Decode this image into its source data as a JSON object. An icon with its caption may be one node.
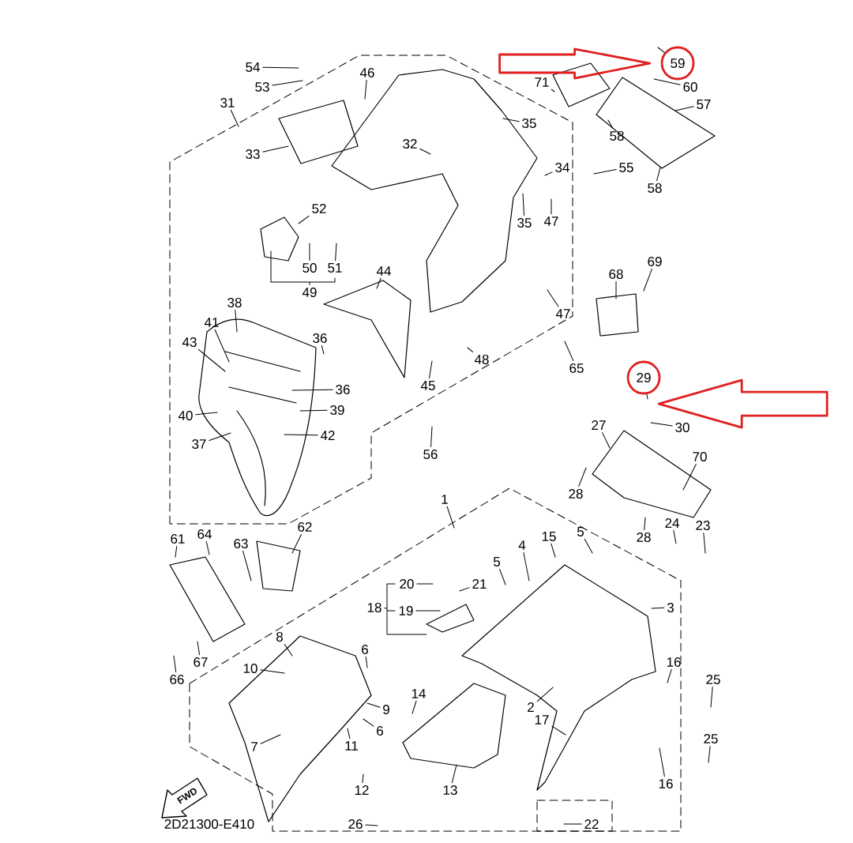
{
  "diagram": {
    "nodes": [
      {
        "text": [
          "54"
        ]
      },
      {
        "text": [
          "53"
        ]
      },
      {
        "text": [
          "46"
        ]
      },
      {
        "text": [
          "31"
        ]
      },
      {
        "text": [
          "33"
        ]
      },
      {
        "text": [
          "35"
        ]
      },
      {
        "text": [
          "32"
        ]
      },
      {
        "text": [
          "34"
        ]
      },
      {
        "text": [
          "55"
        ]
      },
      {
        "text": [
          "35"
        ]
      },
      {
        "text": [
          "47"
        ]
      },
      {
        "text": [
          "52"
        ]
      },
      {
        "text": [
          "50"
        ]
      },
      {
        "text": [
          "51"
        ]
      },
      {
        "text": [
          "49"
        ]
      },
      {
        "text": [
          "71"
        ]
      },
      {
        "text": [
          "59"
        ]
      },
      {
        "text": [
          "60"
        ]
      },
      {
        "text": [
          "57"
        ]
      },
      {
        "text": [
          "58"
        ]
      },
      {
        "text": [
          "58"
        ]
      },
      {
        "text": [
          "44"
        ]
      },
      {
        "text": [
          "47"
        ]
      },
      {
        "text": [
          "68"
        ]
      },
      {
        "text": [
          "69"
        ]
      },
      {
        "text": [
          "48"
        ]
      },
      {
        "text": [
          "45"
        ]
      },
      {
        "text": [
          "65"
        ]
      },
      {
        "text": [
          "36"
        ]
      },
      {
        "text": [
          "38"
        ]
      },
      {
        "text": [
          "41"
        ]
      },
      {
        "text": [
          "43"
        ]
      },
      {
        "text": [
          "36"
        ]
      },
      {
        "text": [
          "39"
        ]
      },
      {
        "text": [
          "40"
        ]
      },
      {
        "text": [
          "42"
        ]
      },
      {
        "text": [
          "37"
        ]
      },
      {
        "text": [
          "56"
        ]
      },
      {
        "text": [
          "29"
        ]
      },
      {
        "text": [
          "30"
        ]
      },
      {
        "text": [
          "27"
        ]
      },
      {
        "text": [
          "70"
        ]
      },
      {
        "text": [
          "28"
        ]
      },
      {
        "text": [
          "28"
        ]
      },
      {
        "text": [
          "24"
        ]
      },
      {
        "text": [
          "23"
        ]
      },
      {
        "text": [
          "1"
        ]
      },
      {
        "text": [
          "62"
        ]
      },
      {
        "text": [
          "61"
        ]
      },
      {
        "text": [
          "64"
        ]
      },
      {
        "text": [
          "63"
        ]
      },
      {
        "text": [
          "15"
        ]
      },
      {
        "text": [
          "5"
        ]
      },
      {
        "text": [
          "4"
        ]
      },
      {
        "text": [
          "5"
        ]
      },
      {
        "text": [
          "20"
        ]
      },
      {
        "text": [
          "21"
        ]
      },
      {
        "text": [
          "19"
        ]
      },
      {
        "text": [
          "18"
        ]
      },
      {
        "text": [
          "3"
        ]
      },
      {
        "text": [
          "8"
        ]
      },
      {
        "text": [
          "6"
        ]
      },
      {
        "text": [
          "10"
        ]
      },
      {
        "text": [
          "9"
        ]
      },
      {
        "text": [
          "6"
        ]
      },
      {
        "text": [
          "11"
        ]
      },
      {
        "text": [
          "7"
        ]
      },
      {
        "text": [
          "16"
        ]
      },
      {
        "text": [
          "25"
        ]
      },
      {
        "text": [
          "14"
        ]
      },
      {
        "text": [
          "17"
        ]
      },
      {
        "text": [
          "2"
        ]
      },
      {
        "text": [
          "25"
        ]
      },
      {
        "text": [
          "13"
        ]
      },
      {
        "text": [
          "16"
        ]
      },
      {
        "text": [
          "12"
        ]
      },
      {
        "text": [
          "26"
        ]
      },
      {
        "text": [
          "22"
        ]
      },
      {
        "text": [
          "66"
        ]
      },
      {
        "text": [
          "67"
        ]
      }
    ],
    "edges": [
      {
        "from": 0,
        "to": null,
        "arrow": "none"
      },
      {
        "from": 1,
        "to": null,
        "arrow": "none"
      },
      {
        "from": 2,
        "to": null,
        "arrow": "none"
      },
      {
        "from": 3,
        "to": null,
        "arrow": "none"
      },
      {
        "from": 4,
        "to": null,
        "arrow": "none"
      },
      {
        "from": 5,
        "to": null,
        "arrow": "none"
      },
      {
        "from": 6,
        "to": null,
        "arrow": "none"
      },
      {
        "from": 7,
        "to": null,
        "arrow": "none"
      },
      {
        "from": 8,
        "to": null,
        "arrow": "none"
      },
      {
        "from": 9,
        "to": null,
        "arrow": "none"
      },
      {
        "from": 10,
        "to": null,
        "arrow": "none"
      },
      {
        "from": 11,
        "to": null,
        "arrow": "none"
      },
      {
        "from": 12,
        "to": null,
        "arrow": "none"
      },
      {
        "from": 13,
        "to": null,
        "arrow": "none"
      },
      {
        "from": 14,
        "to": null,
        "arrow": "none"
      },
      {
        "from": 15,
        "to": null,
        "arrow": "none"
      },
      {
        "from": 16,
        "to": null,
        "arrow": "none"
      },
      {
        "from": 17,
        "to": null,
        "arrow": "none"
      },
      {
        "from": 18,
        "to": null,
        "arrow": "none"
      },
      {
        "from": 19,
        "to": null,
        "arrow": "none"
      },
      {
        "from": 20,
        "to": null,
        "arrow": "none"
      },
      {
        "from": 21,
        "to": null,
        "arrow": "none"
      },
      {
        "from": 22,
        "to": null,
        "arrow": "none"
      },
      {
        "from": 23,
        "to": null,
        "arrow": "none"
      },
      {
        "from": 24,
        "to": null,
        "arrow": "none"
      },
      {
        "from": 25,
        "to": null,
        "arrow": "none"
      },
      {
        "from": 26,
        "to": null,
        "arrow": "none"
      },
      {
        "from": 27,
        "to": null,
        "arrow": "none"
      },
      {
        "from": 28,
        "to": null,
        "arrow": "none"
      },
      {
        "from": 29,
        "to": null,
        "arrow": "none"
      },
      {
        "from": 30,
        "to": null,
        "arrow": "none"
      },
      {
        "from": 31,
        "to": null,
        "arrow": "none"
      },
      {
        "from": 32,
        "to": null,
        "arrow": "none"
      },
      {
        "from": 33,
        "to": null,
        "arrow": "none"
      },
      {
        "from": 34,
        "to": null,
        "arrow": "none"
      },
      {
        "from": 35,
        "to": null,
        "arrow": "none"
      },
      {
        "from": 36,
        "to": null,
        "arrow": "none"
      },
      {
        "from": 37,
        "to": null,
        "arrow": "none"
      },
      {
        "from": 38,
        "to": null,
        "arrow": "none"
      },
      {
        "from": 39,
        "to": null,
        "arrow": "none"
      },
      {
        "from": 40,
        "to": null,
        "arrow": "none"
      },
      {
        "from": 41,
        "to": null,
        "arrow": "none"
      },
      {
        "from": 42,
        "to": null,
        "arrow": "none"
      },
      {
        "from": 43,
        "to": null,
        "arrow": "none"
      },
      {
        "from": 44,
        "to": null,
        "arrow": "none"
      },
      {
        "from": 45,
        "to": null,
        "arrow": "none"
      },
      {
        "from": 46,
        "to": null,
        "arrow": "none"
      },
      {
        "from": 47,
        "to": null,
        "arrow": "none"
      },
      {
        "from": 48,
        "to": null,
        "arrow": "none"
      },
      {
        "from": 49,
        "to": null,
        "arrow": "none"
      },
      {
        "from": 50,
        "to": null,
        "arrow": "none"
      },
      {
        "from": 51,
        "to": null,
        "arrow": "none"
      },
      {
        "from": 52,
        "to": null,
        "arrow": "none"
      },
      {
        "from": 53,
        "to": null,
        "arrow": "none"
      },
      {
        "from": 54,
        "to": null,
        "arrow": "none"
      },
      {
        "from": 55,
        "to": null,
        "arrow": "none"
      },
      {
        "from": 56,
        "to": null,
        "arrow": "none"
      },
      {
        "from": 57,
        "to": null,
        "arrow": "none"
      },
      {
        "from": 58,
        "to": null,
        "arrow": "none"
      },
      {
        "from": 59,
        "to": null,
        "arrow": "none"
      },
      {
        "from": 60,
        "to": null,
        "arrow": "none"
      },
      {
        "from": 61,
        "to": null,
        "arrow": "none"
      },
      {
        "from": 62,
        "to": null,
        "arrow": "none"
      },
      {
        "from": 63,
        "to": null,
        "arrow": "none"
      },
      {
        "from": 64,
        "to": null,
        "arrow": "none"
      },
      {
        "from": 65,
        "to": null,
        "arrow": "none"
      },
      {
        "from": 66,
        "to": null,
        "arrow": "none"
      },
      {
        "from": 67,
        "to": null,
        "arrow": "none"
      },
      {
        "from": 68,
        "to": null,
        "arrow": "none"
      },
      {
        "from": 69,
        "to": null,
        "arrow": "none"
      },
      {
        "from": 70,
        "to": null,
        "arrow": "none"
      },
      {
        "from": 71,
        "to": null,
        "arrow": "none"
      },
      {
        "from": 72,
        "to": null,
        "arrow": "none"
      },
      {
        "from": 73,
        "to": null,
        "arrow": "none"
      },
      {
        "from": 74,
        "to": null,
        "arrow": "none"
      },
      {
        "from": 75,
        "to": null,
        "arrow": "none"
      },
      {
        "from": 76,
        "to": null,
        "arrow": "none"
      },
      {
        "from": 77,
        "to": null,
        "arrow": "none"
      },
      {
        "from": 78,
        "to": null,
        "arrow": "none"
      },
      {
        "from": 79,
        "to": null,
        "arrow": "none"
      },
      {
        "from": null,
        "to": 16,
        "arrow": "to",
        "style": "thick",
        "color": "#e02020"
      },
      {
        "from": null,
        "to": 38,
        "arrow": "to",
        "style": "thick",
        "color": "#e02020"
      }
    ],
    "labels": [
      "FWD",
      "2D21300-E410"
    ]
  }
}
